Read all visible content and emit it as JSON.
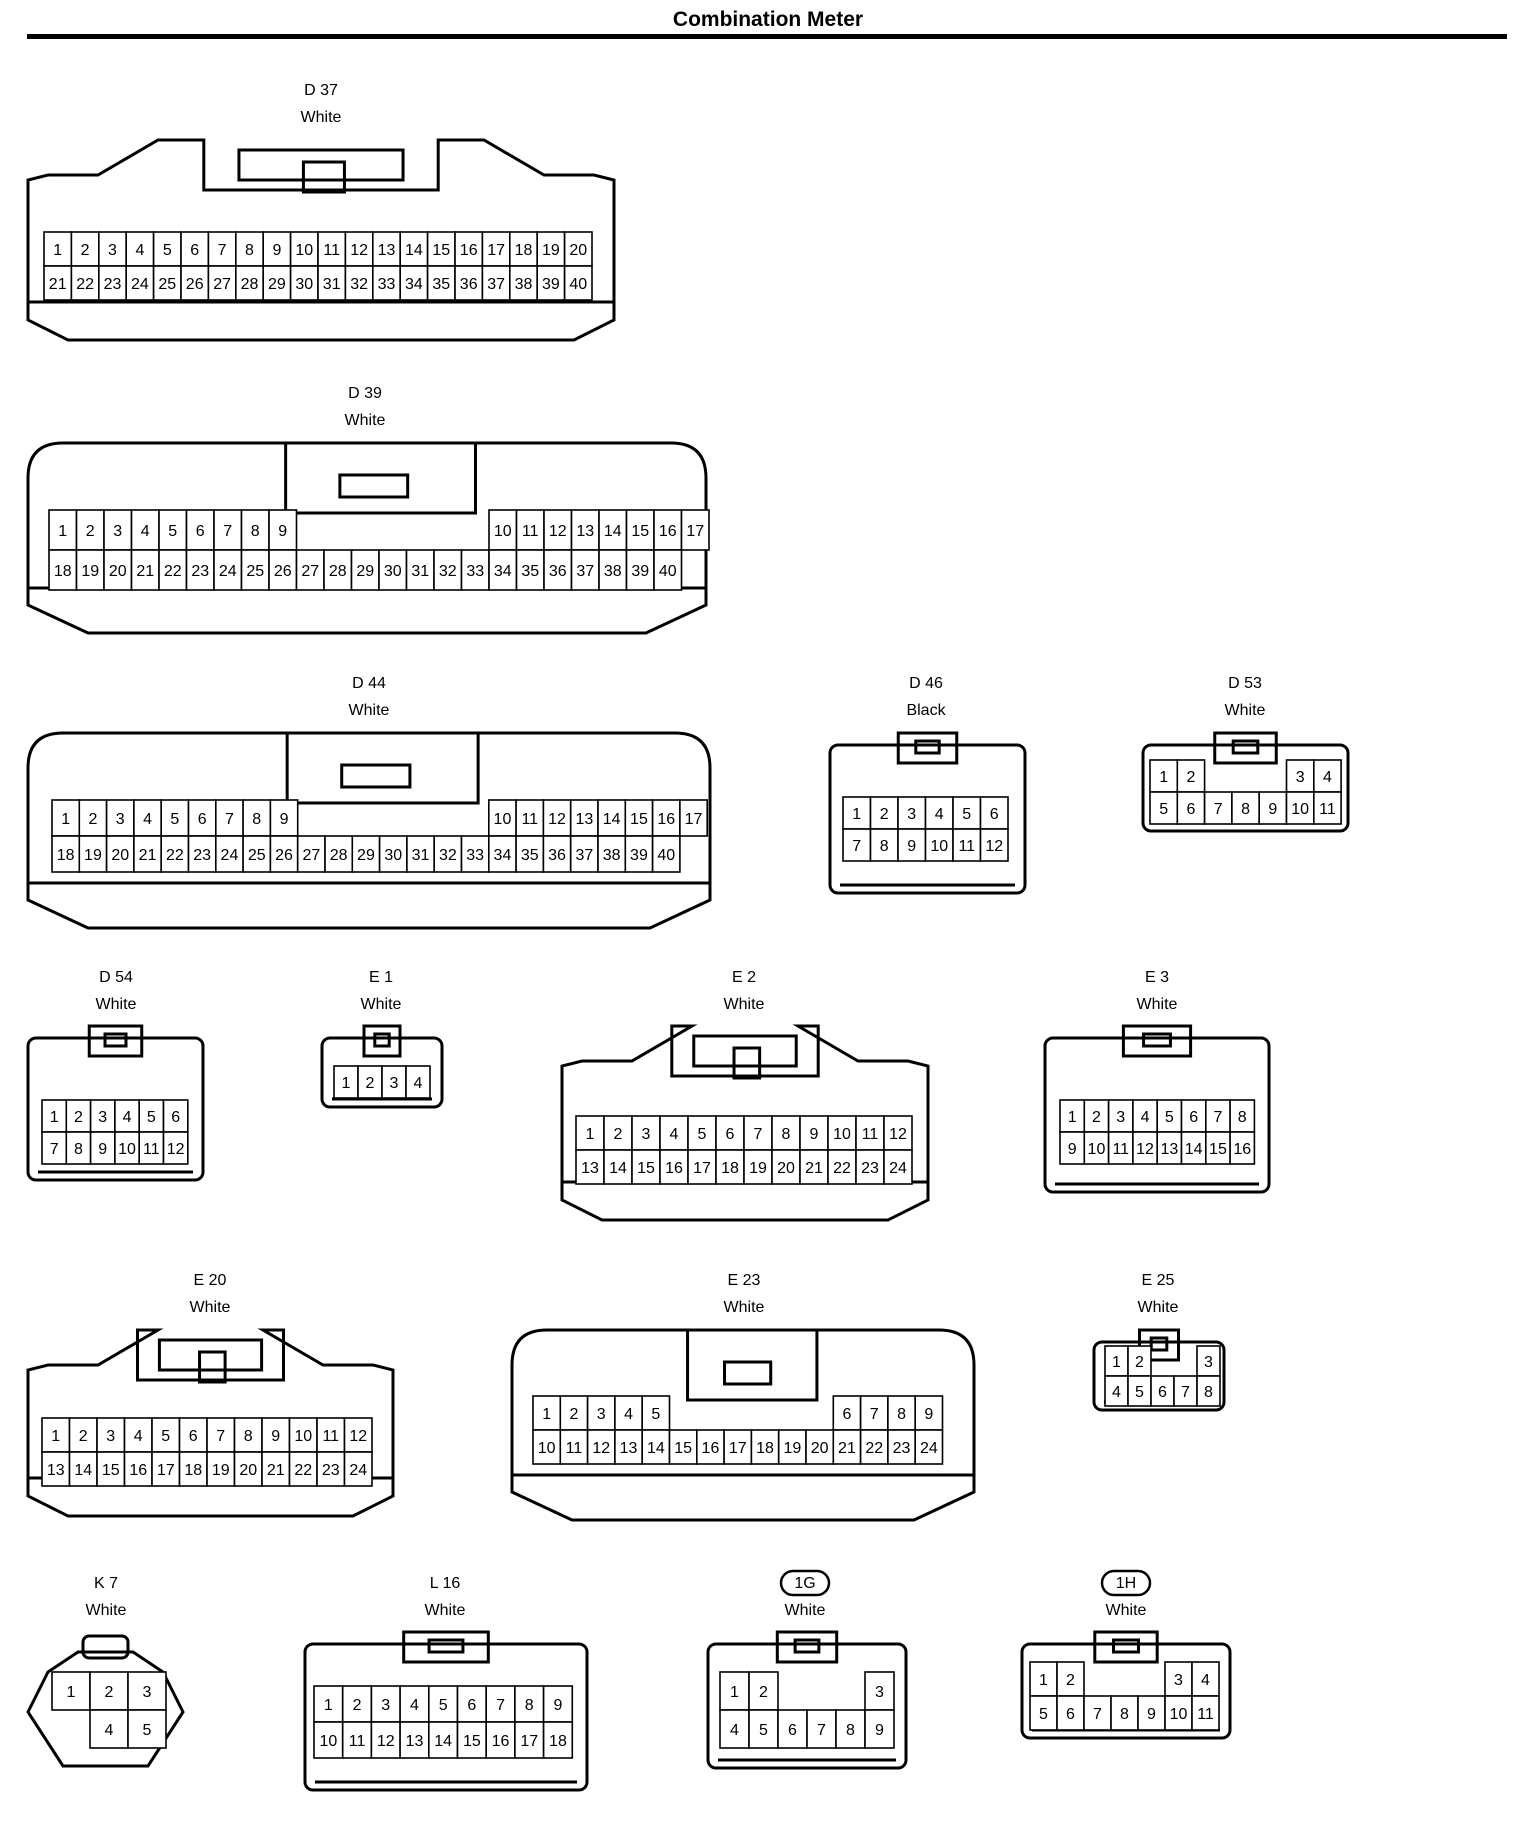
{
  "title": "Combination Meter",
  "connectors": [
    {
      "id": "D 37",
      "color": "White",
      "rows": [
        [
          "1",
          "2",
          "3",
          "4",
          "5",
          "6",
          "7",
          "8",
          "9",
          "10",
          "11",
          "12",
          "13",
          "14",
          "15",
          "16",
          "17",
          "18",
          "19",
          "20"
        ],
        [
          "21",
          "22",
          "23",
          "24",
          "25",
          "26",
          "27",
          "28",
          "29",
          "30",
          "31",
          "32",
          "33",
          "34",
          "35",
          "36",
          "37",
          "38",
          "39",
          "40"
        ]
      ]
    },
    {
      "id": "D 39",
      "color": "White",
      "rows": [
        [
          "1",
          "2",
          "3",
          "4",
          "5",
          "6",
          "7",
          "8",
          "9",
          "",
          "",
          "",
          "",
          "",
          "",
          "",
          "10",
          "11",
          "12",
          "13",
          "14",
          "15",
          "16",
          "17"
        ],
        [
          "18",
          "19",
          "20",
          "21",
          "22",
          "23",
          "24",
          "25",
          "26",
          "27",
          "28",
          "29",
          "30",
          "31",
          "32",
          "33",
          "34",
          "35",
          "36",
          "37",
          "38",
          "39",
          "40"
        ]
      ]
    },
    {
      "id": "D 44",
      "color": "White",
      "rows": [
        [
          "1",
          "2",
          "3",
          "4",
          "5",
          "6",
          "7",
          "8",
          "9",
          "",
          "",
          "",
          "",
          "",
          "",
          "",
          "10",
          "11",
          "12",
          "13",
          "14",
          "15",
          "16",
          "17"
        ],
        [
          "18",
          "19",
          "20",
          "21",
          "22",
          "23",
          "24",
          "25",
          "26",
          "27",
          "28",
          "29",
          "30",
          "31",
          "32",
          "33",
          "34",
          "35",
          "36",
          "37",
          "38",
          "39",
          "40"
        ]
      ]
    },
    {
      "id": "D 46",
      "color": "Black",
      "rows": [
        [
          "1",
          "2",
          "3",
          "4",
          "5",
          "6"
        ],
        [
          "7",
          "8",
          "9",
          "10",
          "11",
          "12"
        ]
      ]
    },
    {
      "id": "D 53",
      "color": "White",
      "rows": [
        [
          "1",
          "2",
          "",
          "",
          "",
          "3",
          "4"
        ],
        [
          "5",
          "6",
          "7",
          "8",
          "9",
          "10",
          "11"
        ]
      ]
    },
    {
      "id": "D 54",
      "color": "White",
      "rows": [
        [
          "1",
          "2",
          "3",
          "4",
          "5",
          "6"
        ],
        [
          "7",
          "8",
          "9",
          "10",
          "11",
          "12"
        ]
      ]
    },
    {
      "id": "E 1",
      "color": "White",
      "rows": [
        [
          "1",
          "2",
          "3",
          "4"
        ]
      ]
    },
    {
      "id": "E 2",
      "color": "White",
      "rows": [
        [
          "1",
          "2",
          "3",
          "4",
          "5",
          "6",
          "7",
          "8",
          "9",
          "10",
          "11",
          "12"
        ],
        [
          "13",
          "14",
          "15",
          "16",
          "17",
          "18",
          "19",
          "20",
          "21",
          "22",
          "23",
          "24"
        ]
      ]
    },
    {
      "id": "E 3",
      "color": "White",
      "rows": [
        [
          "1",
          "2",
          "3",
          "4",
          "5",
          "6",
          "7",
          "8"
        ],
        [
          "9",
          "10",
          "11",
          "12",
          "13",
          "14",
          "15",
          "16"
        ]
      ]
    },
    {
      "id": "E 20",
      "color": "White",
      "rows": [
        [
          "1",
          "2",
          "3",
          "4",
          "5",
          "6",
          "7",
          "8",
          "9",
          "10",
          "11",
          "12"
        ],
        [
          "13",
          "14",
          "15",
          "16",
          "17",
          "18",
          "19",
          "20",
          "21",
          "22",
          "23",
          "24"
        ]
      ]
    },
    {
      "id": "E 23",
      "color": "White",
      "rows": [
        [
          "1",
          "2",
          "3",
          "4",
          "5",
          "",
          "",
          "",
          "",
          "",
          "",
          "6",
          "7",
          "8",
          "9"
        ],
        [
          "10",
          "11",
          "12",
          "13",
          "14",
          "15",
          "16",
          "17",
          "18",
          "19",
          "20",
          "21",
          "22",
          "23",
          "24"
        ]
      ]
    },
    {
      "id": "E 25",
      "color": "White",
      "rows": [
        [
          "1",
          "2",
          "",
          "",
          "3"
        ],
        [
          "4",
          "5",
          "6",
          "7",
          "8"
        ]
      ]
    },
    {
      "id": "K 7",
      "color": "White",
      "rows": [
        [
          "1",
          "2",
          "3"
        ],
        [
          "",
          "4",
          "5"
        ]
      ]
    },
    {
      "id": "L 16",
      "color": "White",
      "rows": [
        [
          "1",
          "2",
          "3",
          "4",
          "5",
          "6",
          "7",
          "8",
          "9"
        ],
        [
          "10",
          "11",
          "12",
          "13",
          "14",
          "15",
          "16",
          "17",
          "18"
        ]
      ]
    },
    {
      "id": "1G",
      "color": "White",
      "circled": true,
      "rows": [
        [
          "1",
          "2",
          "",
          "",
          "",
          "3"
        ],
        [
          "4",
          "5",
          "6",
          "7",
          "8",
          "9"
        ]
      ]
    },
    {
      "id": "1H",
      "color": "White",
      "circled": true,
      "rows": [
        [
          "1",
          "2",
          "",
          "",
          "",
          "3",
          "4"
        ],
        [
          "5",
          "6",
          "7",
          "8",
          "9",
          "10",
          "11"
        ]
      ]
    }
  ]
}
